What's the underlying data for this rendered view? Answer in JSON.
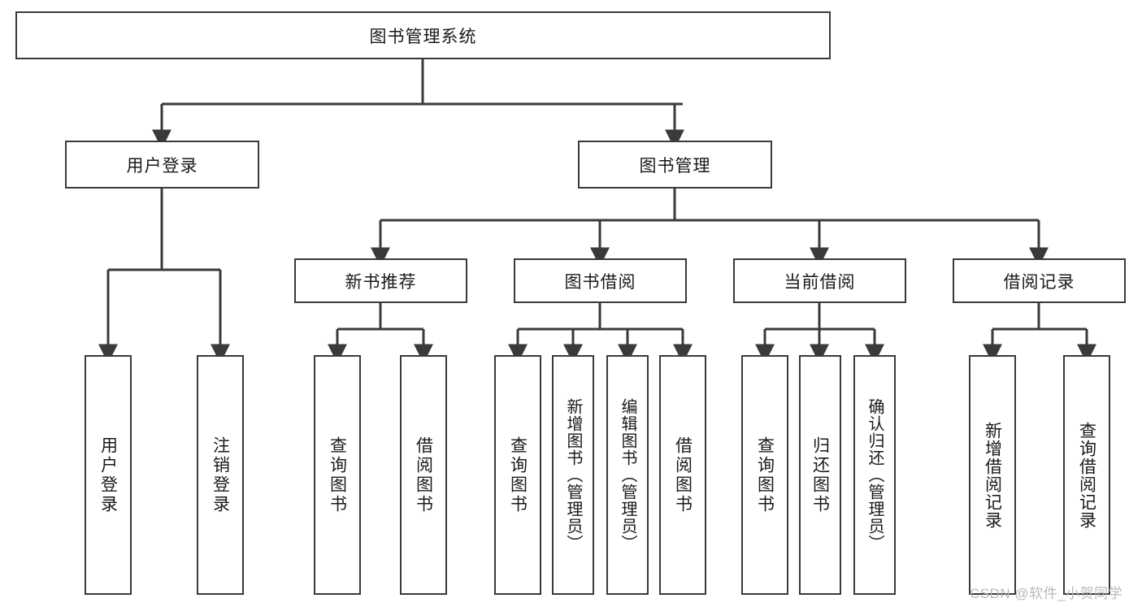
{
  "diagram": {
    "title": "图书管理系统",
    "type": "tree-hierarchy",
    "orientation": "top-down",
    "root": {
      "label": "图书管理系统"
    },
    "level2": [
      {
        "label": "用户登录"
      },
      {
        "label": "图书管理"
      }
    ],
    "level3": [
      {
        "label": "新书推荐",
        "parent": "图书管理"
      },
      {
        "label": "图书借阅",
        "parent": "图书管理"
      },
      {
        "label": "当前借阅",
        "parent": "图书管理"
      },
      {
        "label": "借阅记录",
        "parent": "图书管理"
      }
    ],
    "leaves": {
      "user_login": [
        {
          "label": "用户登录"
        },
        {
          "label": "注销登录"
        }
      ],
      "new_book_recommend": [
        {
          "label": "查询图书"
        },
        {
          "label": "借阅图书"
        }
      ],
      "book_borrow": [
        {
          "label": "查询图书"
        },
        {
          "label": "新增图书（管理员）"
        },
        {
          "label": "编辑图书（管理员）"
        },
        {
          "label": "借阅图书"
        }
      ],
      "current_borrow": [
        {
          "label": "查询图书"
        },
        {
          "label": "归还图书"
        },
        {
          "label": "确认归还（管理员）"
        }
      ],
      "borrow_record": [
        {
          "label": "新增借阅记录"
        },
        {
          "label": "查询借阅记录"
        }
      ]
    }
  },
  "watermark": {
    "text": "CSDN @软件_小贺同学"
  },
  "colors": {
    "box_border": "#3a3a3a",
    "box_fill": "#ffffff",
    "edge": "#3a3a3a",
    "text": "#1a1a1a",
    "watermark": "#b9b9b9"
  }
}
